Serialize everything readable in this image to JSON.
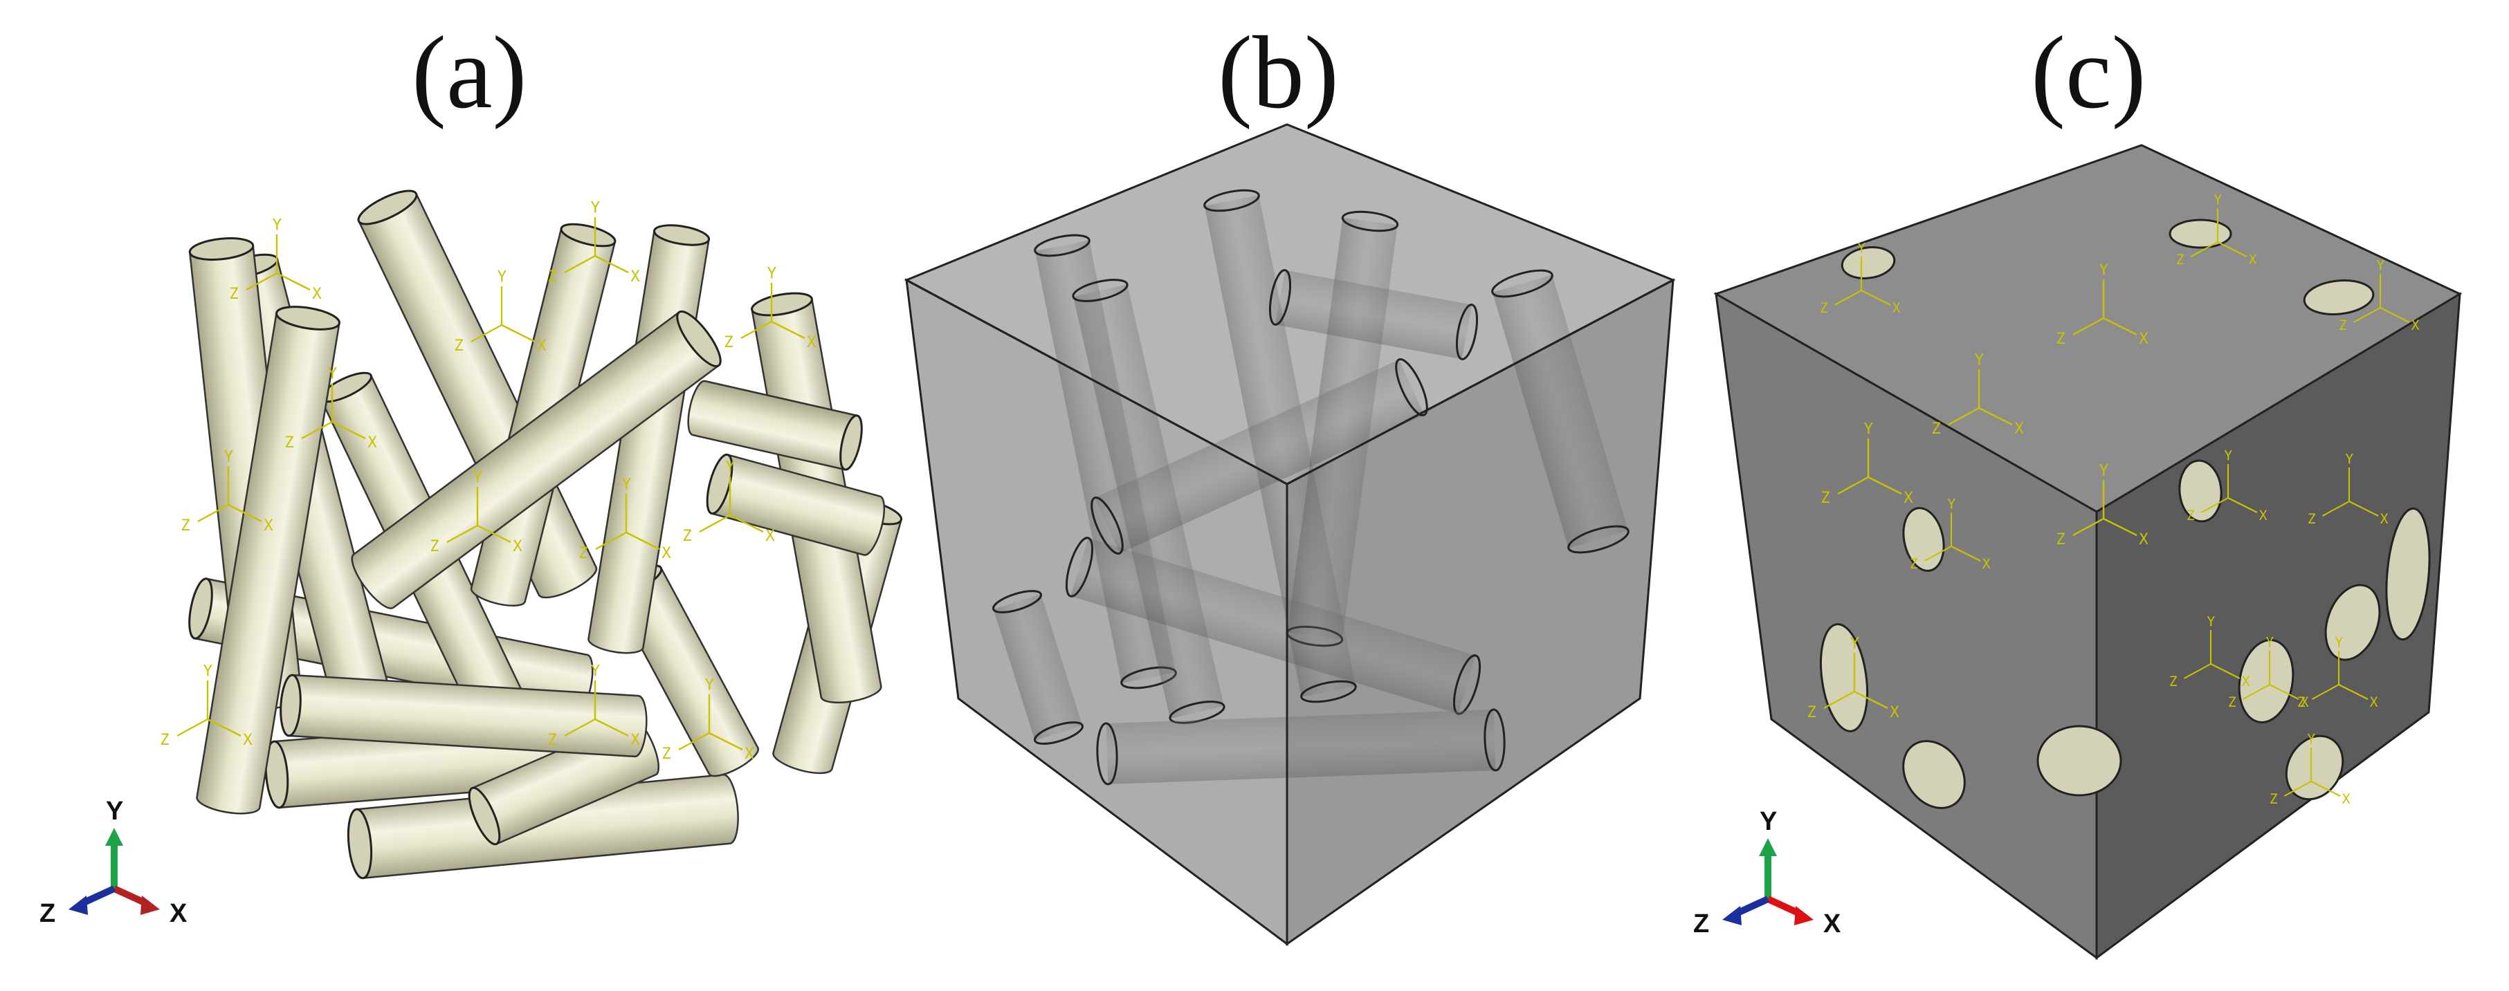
{
  "labels": {
    "a": "(a)",
    "b": "(b)",
    "c": "(c)"
  },
  "axes": {
    "x": "X",
    "y": "Y",
    "z": "Z"
  },
  "colors": {
    "fiber": "#e7e6cc",
    "fiber_shadow": "#b9b79a",
    "fiber_end": "#d3d2b6",
    "cube_b": "#9c9c9c",
    "cube_c_top": "#8d8d8d",
    "cube_c_left": "#7c7c7c",
    "cube_c_right": "#5b5b5b",
    "csys": "#c8c200",
    "triad_x": "#b22222",
    "triad_y": "#1ea24a",
    "triad_z": "#1c2f9e"
  }
}
